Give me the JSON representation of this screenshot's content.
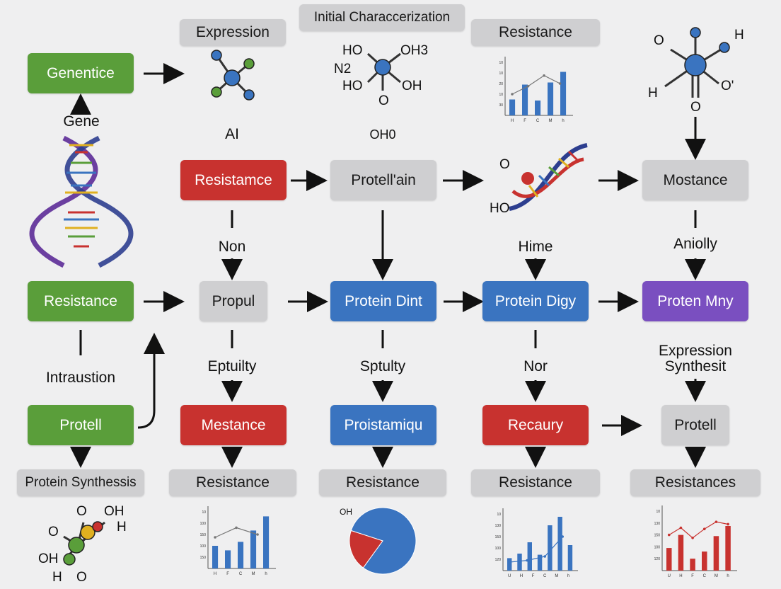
{
  "colors": {
    "green": "#5a9e3a",
    "red": "#c8322f",
    "blue": "#3a74c0",
    "purple": "#7a4fc0",
    "gray": "#cfcfd1",
    "arrow": "#111111"
  },
  "headers": {
    "expression": "Expression",
    "initial": "Initial Characcerization",
    "resistance_top": "Resistance"
  },
  "nodes": {
    "genentice": "Genentice",
    "resistance_red_top": "Resistamce",
    "protellain": "Protell'ain",
    "mostance_gray": "Mostance",
    "resistance_green": "Resistance",
    "propul": "Propul",
    "protein_dint": "Protein Dint",
    "protein_digy": "Protein Digy",
    "proten_mny": "Proten Mny",
    "protell_green": "Protell",
    "mestance": "Mestance",
    "proistamiqu": "Proistamiqu",
    "recaury": "Recaury",
    "protell_gray": "Protell"
  },
  "bottom_labels": {
    "protein_synthesis": "Protein Synthessis",
    "resistance_1": "Resistance",
    "resistance_2": "Resistance",
    "resistance_3": "Resistance",
    "resistances": "Resistances"
  },
  "edge_labels": {
    "gene": "Gene",
    "ai": "AI",
    "oh0": "OH0",
    "non": "Non",
    "hime": "Hime",
    "aniolly": "Aniolly",
    "intraustion": "Intraustion",
    "eptuilty": "Eptuilty",
    "sptulty": "Sptulty",
    "nor": "Nor",
    "expression_synthesit": "Expression Synthesit"
  },
  "chem_labels": {
    "mol2_ho_tl": "HO",
    "mol2_oh3": "OH3",
    "mol2_n2": "N2",
    "mol2_ho_bl": "HO",
    "mol2_oh_br": "OH",
    "mol2_o": "O",
    "mol4_o_left": "O",
    "mol4_h_tr": "H",
    "mol4_h_bl": "H",
    "mol4_o_right": "O'",
    "mol4_o_bottom": "O",
    "dna_o": "O",
    "dna_ho": "HO",
    "mol5_o1": "O",
    "mol5_oh": "OH",
    "mol5_o2": "O",
    "mol5_h1": "H",
    "mol5_oh2": "OH",
    "mol5_h2": "H",
    "mol5_o3": "O",
    "pie_oh": "OH"
  },
  "chart_data": [
    {
      "type": "bar",
      "title": "",
      "categories": [
        "H",
        "F",
        "C",
        "M",
        "h"
      ],
      "series": [
        {
          "values": [
            30,
            58,
            28,
            62,
            82
          ]
        }
      ],
      "line_overlay": [
        40,
        55,
        75,
        60
      ],
      "ylim": [
        0,
        100
      ],
      "yticks": [
        "",
        "30",
        "10",
        "20",
        "10",
        "10"
      ]
    },
    {
      "type": "bar",
      "title": "",
      "categories": [
        "H",
        "F",
        "C",
        "M",
        "h"
      ],
      "series": [
        {
          "values": [
            40,
            32,
            47,
            67,
            92
          ]
        }
      ],
      "line_overlay": [
        55,
        72,
        60
      ],
      "ylim": [
        0,
        100
      ],
      "yticks": [
        "",
        "150",
        "100",
        "150",
        "100",
        "10"
      ]
    },
    {
      "type": "pie",
      "title": "",
      "labels": [
        "",
        ""
      ],
      "values": [
        80,
        20
      ],
      "colors": [
        "#3a74c0",
        "#c8322f"
      ]
    },
    {
      "type": "bar",
      "title": "",
      "categories": [
        "U",
        "H",
        "F",
        "C",
        "M",
        "h"
      ],
      "series": [
        {
          "values": [
            22,
            30,
            50,
            28,
            80,
            95,
            45
          ]
        }
      ],
      "line_overlay": [
        15,
        18,
        25,
        60
      ],
      "ylim": [
        0,
        100
      ],
      "yticks": [
        "",
        "120",
        "100",
        "150",
        "130",
        "10"
      ]
    },
    {
      "type": "bar",
      "title": "",
      "categories": [
        "U",
        "H",
        "F",
        "C",
        "M",
        "h"
      ],
      "series": [
        {
          "values": [
            38,
            60,
            20,
            32,
            58,
            75
          ]
        }
      ],
      "line_overlay": [
        60,
        72,
        55,
        70,
        82,
        78
      ],
      "ylim": [
        0,
        100
      ],
      "yticks": [
        "",
        "120",
        "100",
        "150",
        "130",
        "10"
      ]
    }
  ]
}
